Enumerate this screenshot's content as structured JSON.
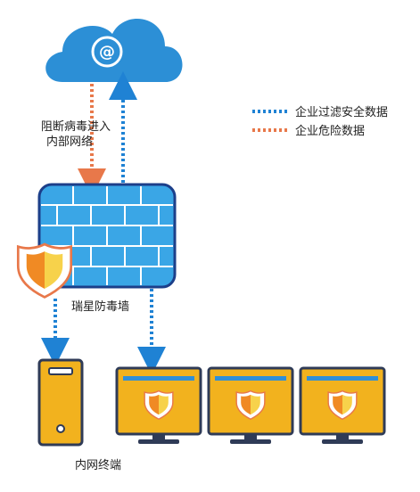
{
  "diagram": {
    "cloud": {
      "symbol": "@",
      "color": "#2c8fd6",
      "symbol_color": "#ffffff"
    },
    "block_label": [
      "阻断病毒进入",
      "内部网络"
    ],
    "firewall_label": "瑞星防毒墙",
    "terminal_label": "内网终端",
    "legend": [
      {
        "label": "企业过滤安全数据",
        "color": "#1f82d4",
        "style": "dotted"
      },
      {
        "label": "企业危险数据",
        "color": "#e8784a",
        "style": "dotted"
      }
    ],
    "colors": {
      "blue_arrow": "#1f82d4",
      "orange_arrow": "#e8784a",
      "firewall_fill": "#3aa6e6",
      "firewall_border": "#1c3f8a",
      "device_fill": "#f2b21e",
      "device_border": "#2f3b57",
      "screen_bar": "#2f8fd8",
      "stand": "#2f3b57",
      "shield_orange": "#f08a24",
      "shield_yellow": "#f7d24b",
      "shield_outline": "#e8784a"
    },
    "icons": [
      "cloud-icon",
      "at-icon",
      "firewall-icon",
      "shield-icon",
      "server-tower-icon",
      "monitor-icon"
    ]
  }
}
